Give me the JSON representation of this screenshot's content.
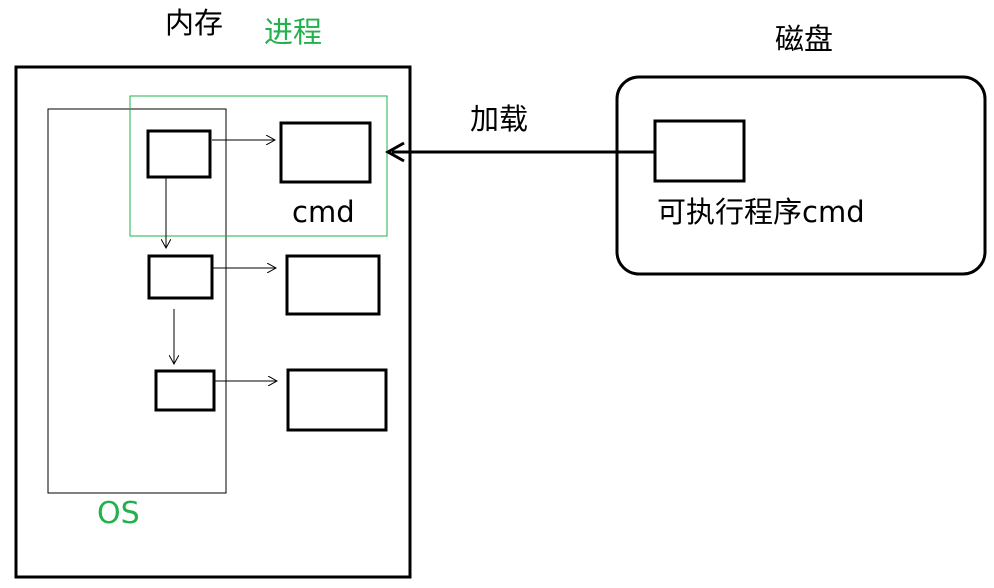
{
  "memory": {
    "title": "内存",
    "os_label": "OS",
    "process_label": "进程",
    "cmd_label": "cmd"
  },
  "disk": {
    "title": "磁盘",
    "program_label": "可执行程序cmd"
  },
  "load_label": "加载",
  "colors": {
    "stroke": "#000000",
    "accent_green": "#22b14c",
    "background": "#ffffff"
  }
}
